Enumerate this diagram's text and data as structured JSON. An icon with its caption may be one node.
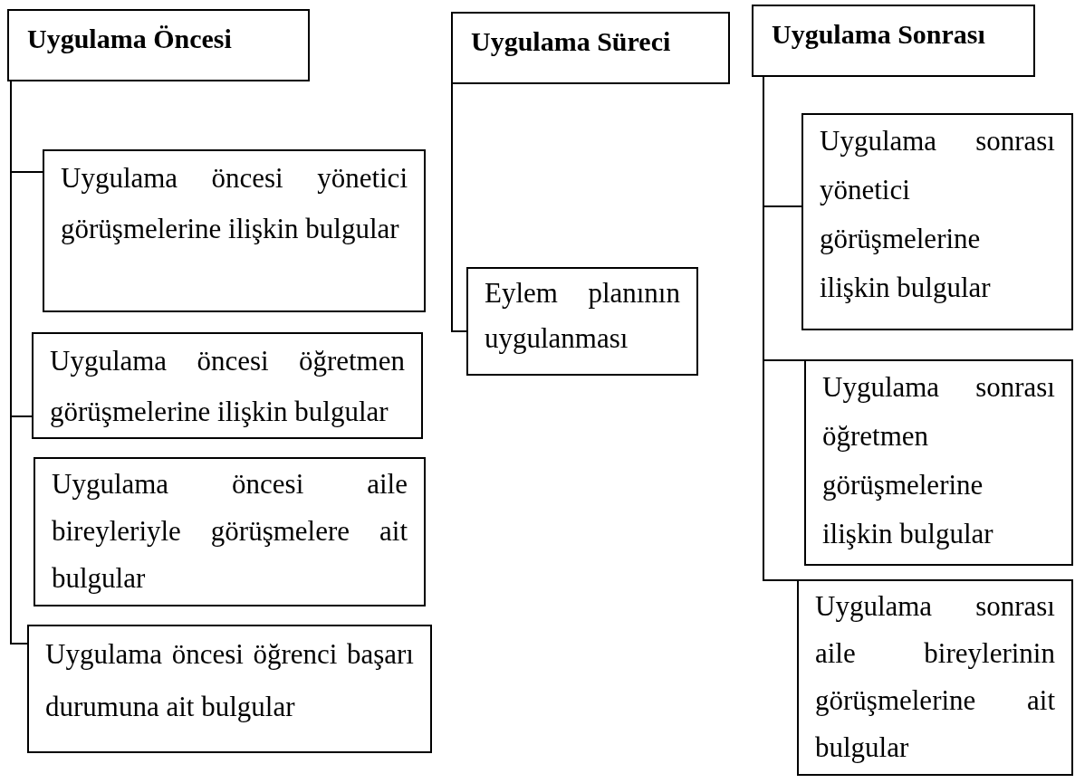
{
  "diagram": {
    "nodes": [
      {
        "text": [
          "Uygulama Öncesi"
        ]
      },
      {
        "text": [
          "Uygulama öncesi yönetici görüşmelerine ilişkin bulgular"
        ]
      },
      {
        "text": [
          "Uygulama öncesi öğretmen görüşmelerine ilişkin bulgular"
        ]
      },
      {
        "text": [
          "Uygulama öncesi aile bireyleriyle görüşmelere ait bulgular"
        ]
      },
      {
        "text": [
          "Uygulama öncesi öğrenci başarı durumuna ait bulgular"
        ]
      },
      {
        "text": [
          "Uygulama Süreci"
        ]
      },
      {
        "text": [
          "Eylem planının uygulanması"
        ]
      },
      {
        "text": [
          "Uygulama Sonrası"
        ]
      },
      {
        "text": [
          "Uygulama sonrası yönetici görüşmelerine ilişkin bulgular"
        ]
      },
      {
        "text": [
          "Uygulama sonrası öğretmen görüşmelerine ilişkin bulgular"
        ]
      },
      {
        "text": [
          "Uygulama sonrası aile bireylerinin görüşmelerine ait bulgular"
        ]
      }
    ],
    "edges": [
      {
        "from": 0,
        "to": 1,
        "arrow": "none"
      },
      {
        "from": 0,
        "to": 2,
        "arrow": "none"
      },
      {
        "from": 0,
        "to": 4,
        "arrow": "none"
      },
      {
        "from": 5,
        "to": 6,
        "arrow": "none"
      },
      {
        "from": 7,
        "to": 8,
        "arrow": "none"
      },
      {
        "from": 7,
        "to": 9,
        "arrow": "none"
      },
      {
        "from": 7,
        "to": 10,
        "arrow": "none"
      }
    ]
  }
}
